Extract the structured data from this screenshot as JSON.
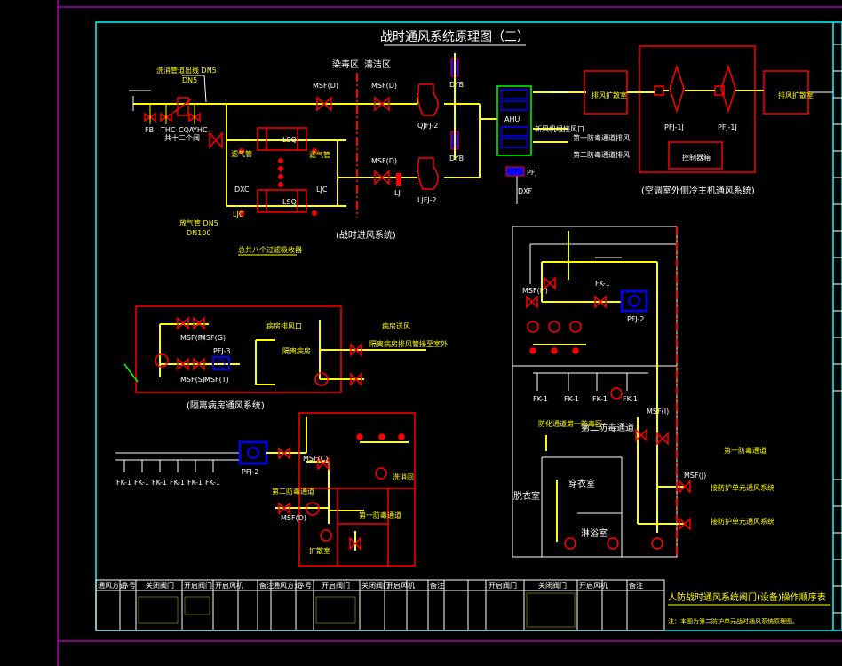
{
  "diagram": {
    "main_title": "战时通风系统原理图（三）",
    "zones": {
      "contaminated": "染毒区",
      "clean": "清洁区"
    },
    "labels": {
      "pipe_note": "洗消管道出线 DN5",
      "dn": "DN5",
      "cqa": "CQA",
      "fb": "FB",
      "thc": "THC",
      "yhc": "YHC",
      "sampler": "共十二个阀",
      "msf1": "MSF(D)",
      "msf2": "MSF(D)",
      "msf3": "MSF(D)",
      "lsq1": "LSQ",
      "lsq2": "LSQ",
      "gas_pipe": "滤气管",
      "gas_pipe2": "滤气管",
      "ljc": "LJC",
      "ljc2": "LJC",
      "dxc": "DXC",
      "exhaust_pipe": "放气管 DN5",
      "dn100": "DN100",
      "filter_note": "总共八个过滤吸收器",
      "qjfj": "QJFJ-2",
      "ljfj": "LJFJ-2",
      "dyb": "DYB",
      "dyb2": "DYB",
      "lj": "LJ",
      "ahu": "AHU",
      "pfj": "PFJ",
      "dxf": "DXF",
      "ahu_note": "新风机组接风口",
      "ahu_note2": "第一防毒通道排风",
      "ahu_note3": "第二防毒通道排风",
      "wartime_vent": "(战时进风系统)",
      "ac_room_sys": "(空调室外侧冷主机通风系统)",
      "exhaust_out": "排风扩散室",
      "exhaust_out2": "排风扩散室",
      "pfj_l": "PFJ-1J",
      "pfj_r": "PFJ-1J",
      "control_box": "控制器箱",
      "isolation_sys": "(隔离病房通风系统)",
      "pfj3": "PFJ-3",
      "msf_d_f": "MSF(F)",
      "msf_d_g": "MSF(G)",
      "msf_s": "MSF(S)",
      "msf_t": "MSF(T)",
      "ward_exhaust": "病房排风口",
      "iso_ward": "隔离病房",
      "iso_supply": "病房送风",
      "iso_note": "隔离病房排风管接至室外",
      "pfj2a": "PFJ-2",
      "pfj2b": "PFJ-2",
      "second_gas_channel": "第二防毒通道",
      "first_gas_channel": "第一防毒通道",
      "undress": "脱衣室",
      "dress": "穿衣室",
      "shower": "淋浴室",
      "decon": "洗消间",
      "diffusion": "扩散室",
      "rest_area": "防化通道第一防毒区",
      "msf_h": "MSF(H)",
      "msf_i": "MSF(I)",
      "msf_j": "MSF(J)",
      "to_unit1": "接防护单元通风系统",
      "to_unit2": "接防护单元通风系统",
      "fk1": "FK-1",
      "fk1b": "FK-1",
      "fk1c": "FK-1",
      "fk1d": "FK-1",
      "fk1e": "FK-1",
      "fk1f": "FK-1",
      "msfc": "MSF(C)",
      "msfd": "MSF(D)",
      "op_title": "人防战时通风系统阀门(设备)操作顺序表",
      "op_note": "注：本图为第二防护单元战时通风系统原理图。"
    },
    "table_headers": [
      "通风方式",
      "序号",
      "关闭阀门",
      "开启阀门",
      "开启风机",
      "备注",
      "通风方式",
      "序号",
      "开启阀门",
      "关闭阀门",
      "开启风机",
      "备注",
      "开启阀门",
      "关闭阀门",
      "开启风机",
      "备注"
    ],
    "colors": {
      "frame": "#00ffff",
      "pipe": "#ffff00",
      "equip": "#ff0000",
      "fan": "#0000ff",
      "ahu": "#00ff00",
      "text": "#ffffff"
    }
  }
}
